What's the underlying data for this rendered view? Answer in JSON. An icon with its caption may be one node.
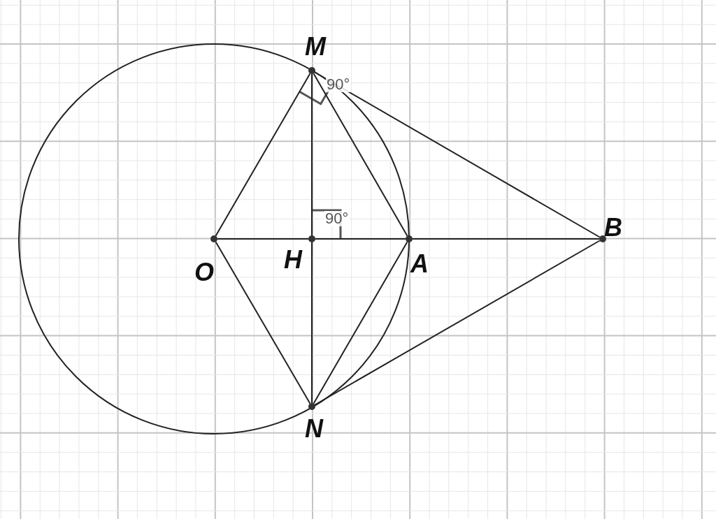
{
  "diagram": {
    "nodes": [
      {
        "text": [
          "M"
        ]
      },
      {
        "text": [
          "O"
        ]
      },
      {
        "text": [
          "H"
        ]
      },
      {
        "text": [
          "A"
        ]
      },
      {
        "text": [
          "B"
        ]
      },
      {
        "text": [
          "N"
        ]
      }
    ],
    "edges": [
      {
        "from": 1,
        "to": 0,
        "arrow": "none"
      },
      {
        "from": 0,
        "to": 2,
        "arrow": "none"
      },
      {
        "from": 2,
        "to": 5,
        "arrow": "none"
      },
      {
        "from": 1,
        "to": 2,
        "arrow": "none"
      },
      {
        "from": 2,
        "to": 3,
        "arrow": "none"
      },
      {
        "from": 3,
        "to": 4,
        "arrow": "none"
      },
      {
        "from": 0,
        "to": 3,
        "arrow": "none"
      },
      {
        "from": 0,
        "to": 4,
        "arrow": "none"
      },
      {
        "from": 1,
        "to": 5,
        "arrow": "none"
      },
      {
        "from": 5,
        "to": 3,
        "arrow": "none"
      },
      {
        "from": 5,
        "to": 4,
        "arrow": "none"
      }
    ],
    "labels": [
      "90°",
      "90°"
    ]
  }
}
